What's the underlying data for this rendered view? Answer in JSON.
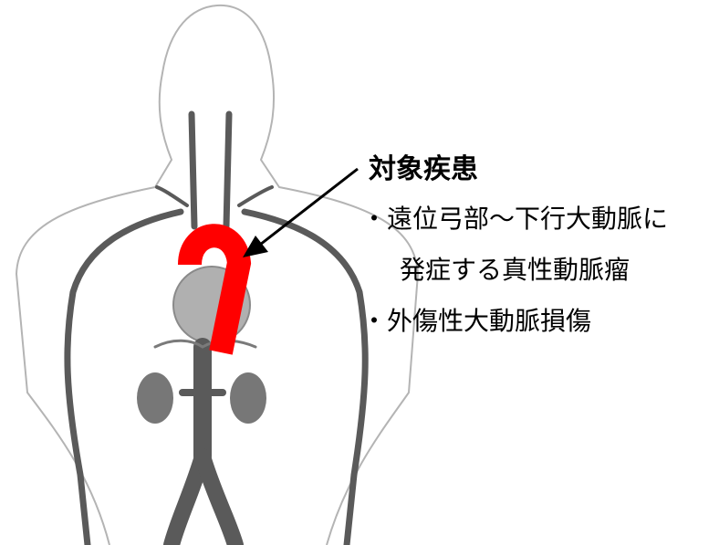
{
  "heading": "対象疾患",
  "items": [
    "・遠位弓部～下行大動脈に",
    "発症する真性動脈瘤",
    "・外傷性大動脈損傷"
  ],
  "colors": {
    "aorta_highlight": "#ff0000",
    "vessel": "#5a5a5a",
    "outline": "#b4b4b4",
    "heart": "#b0b0b0",
    "arrow": "#000000"
  },
  "icons": [
    "body-outline",
    "heart-icon",
    "kidney-icon",
    "arrow-icon"
  ]
}
